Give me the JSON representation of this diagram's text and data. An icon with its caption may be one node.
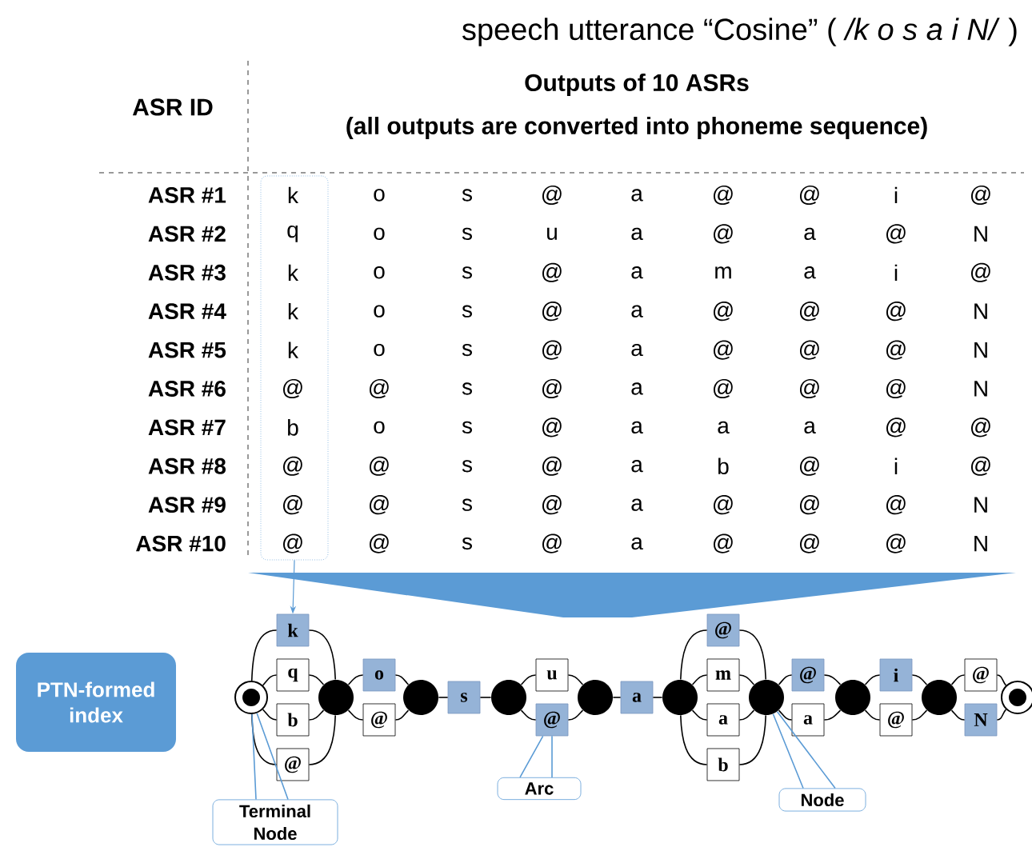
{
  "diagram": {
    "title": "speech utterance “Cosine” ( */k o s a i N/* )",
    "nodes": [
      {
        "text": [],
        "shape": "box"
      },
      {
        "text": [
          "PTN-formed index"
        ]
      },
      {
        "text": [],
        "shape": "ring"
      },
      {
        "text": [
          "k"
        ]
      },
      {
        "text": [
          "q"
        ]
      },
      {
        "text": [
          "b"
        ]
      },
      {
        "text": [
          "@"
        ]
      },
      {
        "text": [],
        "shape": "circle"
      },
      {
        "text": [
          "o"
        ]
      },
      {
        "text": [
          "@"
        ]
      },
      {
        "text": [],
        "shape": "circle"
      },
      {
        "text": [
          "s"
        ]
      },
      {
        "text": [],
        "shape": "circle"
      },
      {
        "text": [
          "u"
        ]
      },
      {
        "text": [
          "@"
        ]
      },
      {
        "text": [],
        "shape": "circle"
      },
      {
        "text": [
          "a"
        ]
      },
      {
        "text": [],
        "shape": "circle"
      },
      {
        "text": [
          "@"
        ]
      },
      {
        "text": [
          "m"
        ]
      },
      {
        "text": [
          "a"
        ]
      },
      {
        "text": [
          "b"
        ]
      },
      {
        "text": [],
        "shape": "circle"
      },
      {
        "text": [
          "@"
        ]
      },
      {
        "text": [
          "a"
        ]
      },
      {
        "text": [],
        "shape": "circle"
      },
      {
        "text": [
          "i"
        ]
      },
      {
        "text": [
          "@"
        ]
      },
      {
        "text": [],
        "shape": "circle"
      },
      {
        "text": [
          "@"
        ]
      },
      {
        "text": [
          "N"
        ]
      },
      {
        "text": [],
        "shape": "ring"
      },
      {
        "text": [
          "Terminal Node"
        ]
      },
      {
        "text": [
          "Arc"
        ]
      },
      {
        "text": [
          "Node"
        ]
      }
    ],
    "edges": [
      {
        "from": 2,
        "to": 3,
        "arrow": "none"
      },
      {
        "from": 2,
        "to": 4,
        "arrow": "none"
      },
      {
        "from": 2,
        "to": 5,
        "arrow": "none"
      },
      {
        "from": 2,
        "to": 6,
        "arrow": "none"
      },
      {
        "from": 3,
        "to": 7,
        "arrow": "none"
      },
      {
        "from": 4,
        "to": 7,
        "arrow": "none"
      },
      {
        "from": 5,
        "to": 7,
        "arrow": "none"
      },
      {
        "from": 6,
        "to": 7,
        "arrow": "none"
      },
      {
        "from": 7,
        "to": 8,
        "arrow": "none"
      },
      {
        "from": 7,
        "to": 9,
        "arrow": "none"
      },
      {
        "from": 8,
        "to": 10,
        "arrow": "none"
      },
      {
        "from": 9,
        "to": 10,
        "arrow": "none"
      },
      {
        "from": 10,
        "to": 11,
        "arrow": "none"
      },
      {
        "from": 11,
        "to": 12,
        "arrow": "none"
      },
      {
        "from": 12,
        "to": 13,
        "arrow": "none"
      },
      {
        "from": 12,
        "to": 14,
        "arrow": "none"
      },
      {
        "from": 13,
        "to": 15,
        "arrow": "none"
      },
      {
        "from": 14,
        "to": 15,
        "arrow": "none"
      },
      {
        "from": 15,
        "to": 16,
        "arrow": "none"
      },
      {
        "from": 16,
        "to": 17,
        "arrow": "none"
      },
      {
        "from": 17,
        "to": 18,
        "arrow": "none"
      },
      {
        "from": 17,
        "to": 19,
        "arrow": "none"
      },
      {
        "from": 17,
        "to": 20,
        "arrow": "none"
      },
      {
        "from": 17,
        "to": 21,
        "arrow": "none"
      },
      {
        "from": 18,
        "to": 22,
        "arrow": "none"
      },
      {
        "from": 19,
        "to": 22,
        "arrow": "none"
      },
      {
        "from": 20,
        "to": 22,
        "arrow": "none"
      },
      {
        "from": 21,
        "to": 22,
        "arrow": "none"
      },
      {
        "from": 22,
        "to": 23,
        "arrow": "none"
      },
      {
        "from": 22,
        "to": 24,
        "arrow": "none"
      },
      {
        "from": 23,
        "to": 25,
        "arrow": "none"
      },
      {
        "from": 24,
        "to": 25,
        "arrow": "none"
      },
      {
        "from": 25,
        "to": 26,
        "arrow": "none"
      },
      {
        "from": 25,
        "to": 27,
        "arrow": "none"
      },
      {
        "from": 26,
        "to": 28,
        "arrow": "none"
      },
      {
        "from": 27,
        "to": 28,
        "arrow": "none"
      },
      {
        "from": 28,
        "to": 29,
        "arrow": "none"
      },
      {
        "from": 28,
        "to": 30,
        "arrow": "none"
      },
      {
        "from": 29,
        "to": 31,
        "arrow": "none"
      },
      {
        "from": 30,
        "to": 31,
        "arrow": "none"
      },
      {
        "from": 32,
        "to": 2,
        "arrow": "none",
        "color": "#5b9bd5"
      },
      {
        "from": 33,
        "to": 14,
        "arrow": "none",
        "color": "#5b9bd5"
      },
      {
        "from": 34,
        "to": 22,
        "arrow": "none",
        "color": "#5b9bd5"
      },
      {
        "from": 0,
        "to": 3,
        "arrow": "to",
        "color": "#5b9bd5"
      }
    ],
    "labels": [
      "ASR ID",
      "Outputs of 10 ASRs",
      "(all outputs are converted into phoneme sequence)",
      "ASR #1",
      "k",
      "o",
      "s",
      "@",
      "a",
      "@",
      "@",
      "i",
      "@",
      "ASR #2",
      "q",
      "o",
      "s",
      "u",
      "a",
      "@",
      "a",
      "@",
      "N",
      "ASR #3",
      "k",
      "o",
      "s",
      "@",
      "a",
      "m",
      "a",
      "i",
      "@",
      "ASR #4",
      "k",
      "o",
      "s",
      "@",
      "a",
      "@",
      "@",
      "@",
      "N",
      "ASR #5",
      "k",
      "o",
      "s",
      "@",
      "a",
      "@",
      "@",
      "@",
      "N",
      "ASR #6",
      "@",
      "@",
      "s",
      "@",
      "a",
      "@",
      "@",
      "@",
      "N",
      "ASR #7",
      "b",
      "o",
      "s",
      "@",
      "a",
      "a",
      "a",
      "@",
      "@",
      "ASR #8",
      "@",
      "@",
      "s",
      "@",
      "a",
      "b",
      "@",
      "i",
      "@",
      "ASR #9",
      "@",
      "@",
      "s",
      "@",
      "a",
      "@",
      "@",
      "@",
      "N",
      "ASR #10",
      "@",
      "@",
      "s",
      "@",
      "a",
      "@",
      "@",
      "@",
      "N"
    ]
  }
}
